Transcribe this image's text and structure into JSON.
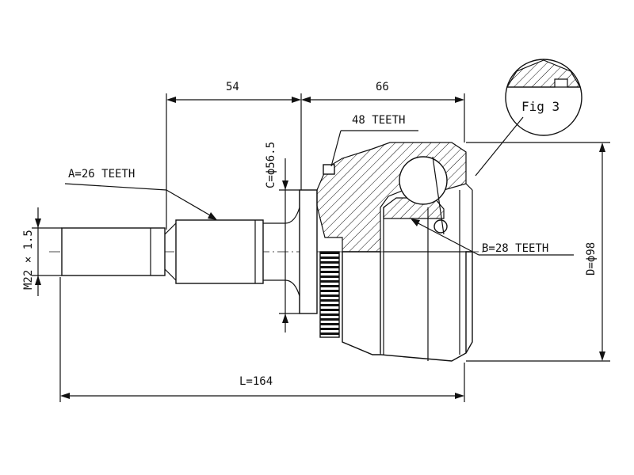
{
  "dimensions": {
    "shaft_length": "54",
    "bell_length": "66",
    "total_length": "L=164",
    "thread": "M22 × 1.5",
    "flange_diameter": "C=ϕ56.5",
    "outer_diameter": "D=ϕ98"
  },
  "callouts": {
    "a_teeth": "A=26 TEETH",
    "abs_teeth": "48 TEETH",
    "b_teeth": "B=28 TEETH"
  },
  "figure": {
    "label": "Fig 3"
  }
}
